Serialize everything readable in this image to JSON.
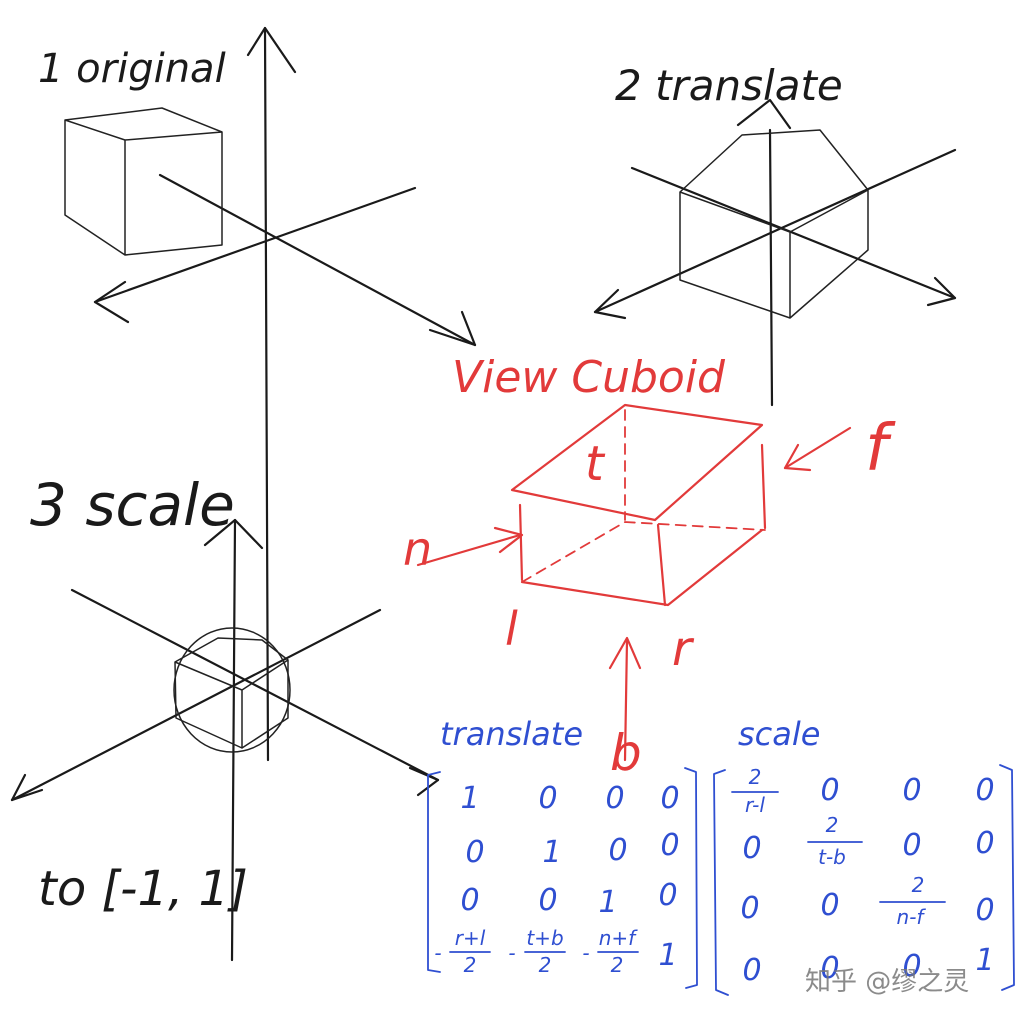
{
  "labels": {
    "step1": "1 original",
    "step2": "2 translate",
    "step3": "3 scale",
    "range": "to [-1, 1]",
    "view_title": "View Cuboid",
    "n": "n",
    "f": "f",
    "t": "t",
    "b": "b",
    "l": "l",
    "r": "r",
    "translate_title": "translate",
    "scale_title": "scale",
    "watermark": "知乎 @缪之灵"
  },
  "translate_matrix": {
    "r0": [
      "1",
      "0",
      "0",
      "0"
    ],
    "r1": [
      "0",
      "1",
      "0",
      "0"
    ],
    "r2": [
      "0",
      "0",
      "1",
      "0"
    ],
    "r3_num": [
      "r+l",
      "t+b",
      "n+f",
      "1"
    ],
    "den": "2",
    "minus": "-"
  },
  "scale_matrix": {
    "num": "2",
    "d0": "r-l",
    "d1": "t-b",
    "d2": "n-f",
    "zero": "0",
    "one": "1"
  },
  "colors": {
    "ink": "#1a1a1a",
    "red": "#e23a3a",
    "blue": "#2f4fd1"
  }
}
